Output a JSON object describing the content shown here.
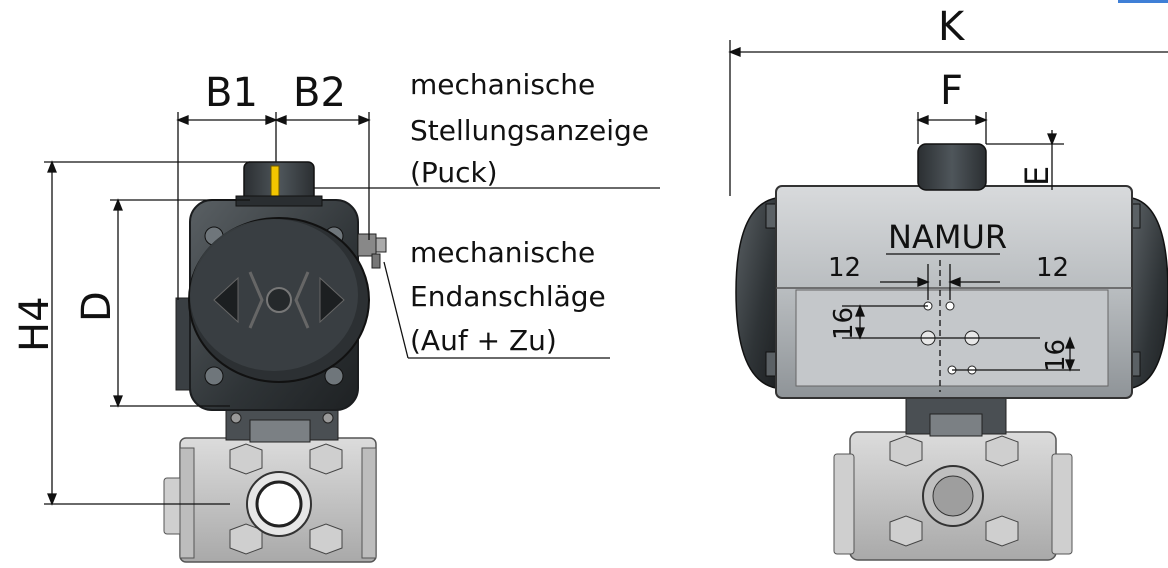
{
  "left_view": {
    "dimensions": {
      "b1": "B1",
      "b2": "B2",
      "h4": "H4",
      "d": "D"
    },
    "callouts": {
      "indicator": [
        "mechanische",
        "Stellungsanzeige",
        "(Puck)"
      ],
      "endstops": [
        "mechanische",
        "Endanschläge",
        "(Auf + Zu)"
      ]
    }
  },
  "right_view": {
    "dimensions": {
      "k": "K",
      "f": "F",
      "e": "E",
      "namur": "NAMUR",
      "spacing_left": "12",
      "spacing_right": "12",
      "vertical_left": "16",
      "vertical_right": "16"
    }
  },
  "colors": {
    "actuator_dark": "#3d4246",
    "actuator_body": "#c9cccf",
    "valve_steel": "#c7c7c7",
    "indicator_yellow": "#f2c500",
    "corner_accent": "#3f7fd6"
  }
}
